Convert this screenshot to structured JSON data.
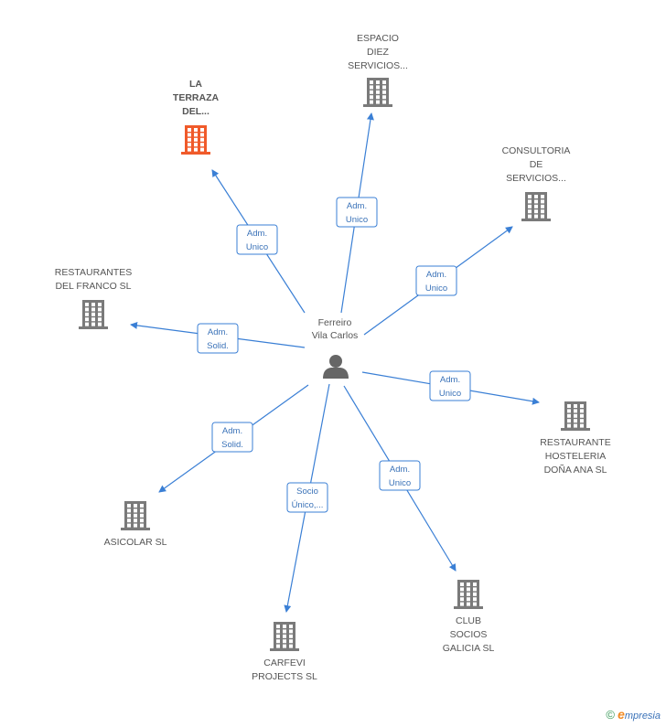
{
  "center": {
    "lines": [
      "Ferreiro",
      "Vila Carlos"
    ],
    "icon": "person-icon"
  },
  "nodes": [
    {
      "id": "la-terraza",
      "lines": [
        "LA",
        "TERRAZA",
        "DEL..."
      ],
      "highlight": true,
      "icon": "building-icon",
      "edge": [
        "Adm.",
        "Unico"
      ]
    },
    {
      "id": "espacio-diez",
      "lines": [
        "ESPACIO",
        "DIEZ",
        "SERVICIOS..."
      ],
      "icon": "building-icon",
      "edge": [
        "Adm.",
        "Unico"
      ]
    },
    {
      "id": "consultoria",
      "lines": [
        "CONSULTORIA",
        "DE",
        "SERVICIOS..."
      ],
      "icon": "building-icon",
      "edge": [
        "Adm.",
        "Unico"
      ]
    },
    {
      "id": "restaurantes-franco",
      "lines": [
        "RESTAURANTES",
        "DEL FRANCO SL"
      ],
      "icon": "building-icon",
      "edge": [
        "Adm.",
        "Solid."
      ]
    },
    {
      "id": "restaurante-hosteleria",
      "lines": [
        "RESTAURANTE",
        "HOSTELERIA",
        "DOÑA ANA SL"
      ],
      "icon": "building-icon",
      "edge": [
        "Adm.",
        "Unico"
      ]
    },
    {
      "id": "asicolar",
      "lines": [
        "ASICOLAR SL"
      ],
      "icon": "building-icon",
      "edge": [
        "Adm.",
        "Solid."
      ]
    },
    {
      "id": "carfevi",
      "lines": [
        "CARFEVI",
        "PROJECTS SL"
      ],
      "icon": "building-icon",
      "edge": [
        "Socio",
        "Único,..."
      ]
    },
    {
      "id": "club-socios",
      "lines": [
        "CLUB",
        "SOCIOS",
        "GALICIA SL"
      ],
      "icon": "building-icon",
      "edge": [
        "Adm.",
        "Unico"
      ]
    }
  ],
  "colors": {
    "edge": "#3a7fd5",
    "building": "#7a7a7a",
    "highlight": "#f05a2a",
    "person": "#666666"
  },
  "footer": {
    "copyright": "©",
    "brand_initial": "e",
    "brand_rest": "mpresia"
  }
}
